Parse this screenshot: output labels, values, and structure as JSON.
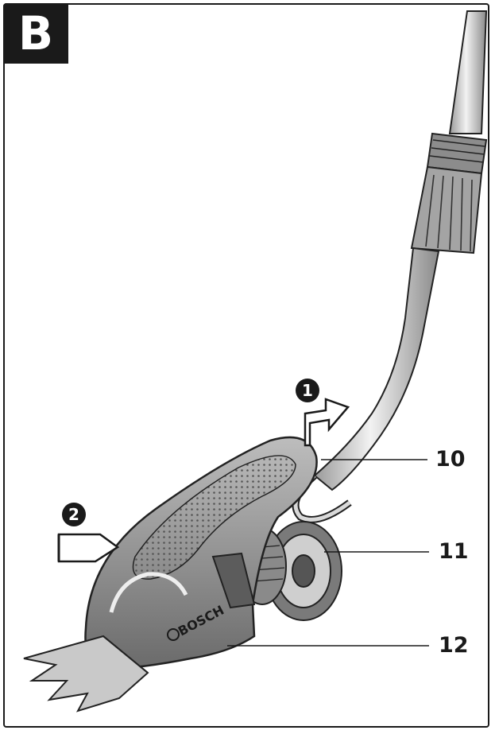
{
  "figure": {
    "panel_label": "B",
    "steps": [
      "1",
      "2"
    ],
    "callouts": [
      "10",
      "11",
      "12"
    ],
    "brand_mark": "BOSCH"
  }
}
